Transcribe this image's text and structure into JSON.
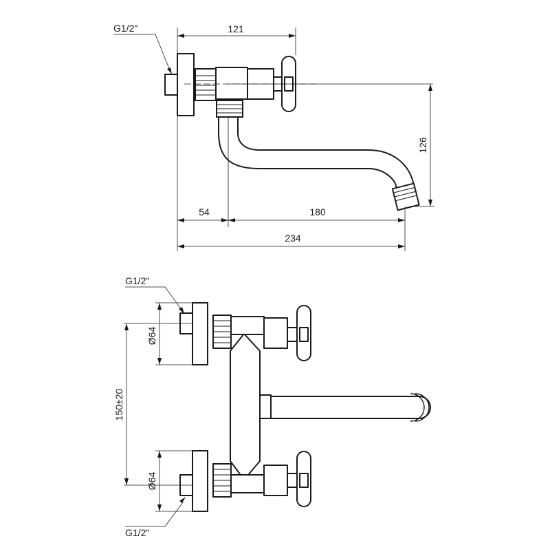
{
  "side_view": {
    "thread_label": "G1/2\"",
    "dim_top_width": "121",
    "dim_height": "126",
    "dim_offset": "54",
    "dim_spout": "180",
    "dim_total": "234"
  },
  "front_view": {
    "thread_label_top": "G1/2\"",
    "thread_label_bottom": "G1/2\"",
    "dim_flange_top": "Ø64",
    "dim_flange_bottom": "Ø64",
    "dim_centers": "150±20"
  }
}
